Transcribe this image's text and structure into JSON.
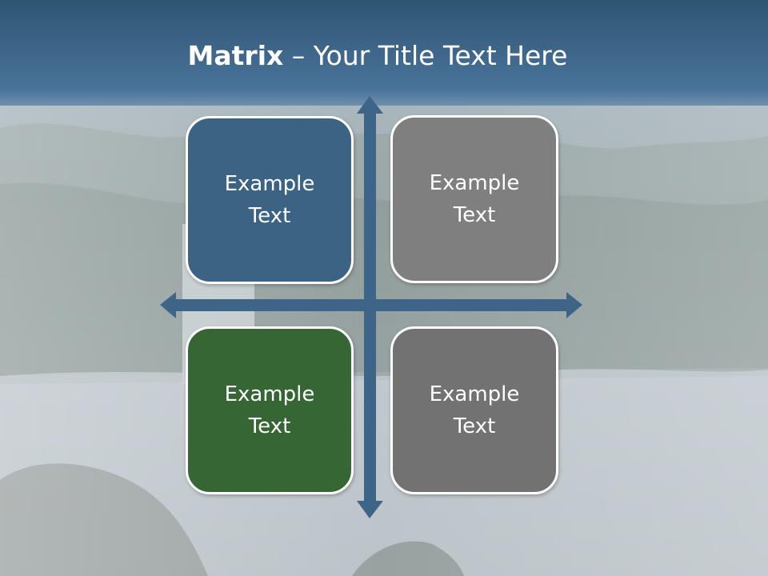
{
  "title": {
    "bold": "Matrix",
    "rest": " – Your Title Text Here"
  },
  "quadrants": [
    {
      "label": "Example Text",
      "color": "#3c6384"
    },
    {
      "label": "Example Text",
      "color": "#7f7f7f"
    },
    {
      "label": "Example Text",
      "color": "#356634"
    },
    {
      "label": "Example Text",
      "color": "#727272"
    }
  ],
  "colors": {
    "header": "#36607f",
    "axis": "#3e6587"
  }
}
